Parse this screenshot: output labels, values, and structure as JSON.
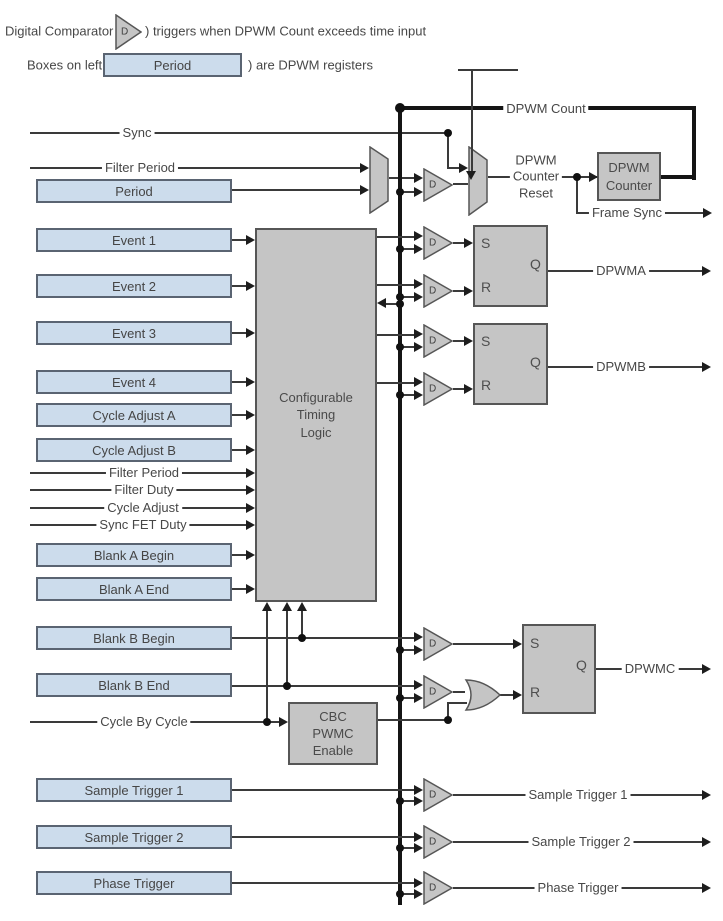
{
  "annotations": {
    "line1_prefix": "Digital Comparator (",
    "line1_suffix": ") triggers when DPWM Count exceeds time input",
    "line2_prefix": "Boxes on left (",
    "line2_suffix": ") are DPWM registers",
    "sample_register": "Period",
    "comparator_letter": "D"
  },
  "registers": {
    "period": "Period",
    "event1": "Event 1",
    "event2": "Event 2",
    "event3": "Event 3",
    "event4": "Event 4",
    "cycle_adjust_a": "Cycle Adjust A",
    "cycle_adjust_b": "Cycle Adjust B",
    "blank_a_begin": "Blank A Begin",
    "blank_a_end": "Blank A End",
    "blank_b_begin": "Blank B Begin",
    "blank_b_end": "Blank B End",
    "sample_trigger_1": "Sample Trigger 1",
    "sample_trigger_2": "Sample Trigger 2",
    "phase_trigger": "Phase Trigger"
  },
  "signals": {
    "sync": "Sync",
    "filter_period": "Filter Period",
    "filter_duty": "Filter Duty",
    "cycle_adjust": "Cycle Adjust",
    "sync_fet_duty": "Sync FET Duty",
    "cycle_by_cycle": "Cycle By Cycle"
  },
  "blocks": {
    "ctl": {
      "line1": "Configurable",
      "line2": "Timing",
      "line3": "Logic"
    },
    "dpwm_counter": {
      "line1": "DPWM",
      "line2": "Counter"
    },
    "cbc": {
      "line1": "CBC",
      "line2": "PWMC",
      "line3": "Enable"
    }
  },
  "counter_reset": {
    "line1": "DPWM",
    "line2": "Counter",
    "line3": "Reset"
  },
  "outputs": {
    "dpwm_count": "DPWM Count",
    "frame_sync": "Frame Sync",
    "dpwma": "DPWMA",
    "dpwmb": "DPWMB",
    "dpwmc": "DPWMC",
    "sample_trigger_1": "Sample Trigger 1",
    "sample_trigger_2": "Sample Trigger 2",
    "phase_trigger": "Phase Trigger"
  },
  "latch": {
    "s": "S",
    "r": "R",
    "q": "Q"
  },
  "colors": {
    "register_fill": "#ccdcec",
    "block_fill": "#c5c5c5",
    "wire": "#3a3a3a",
    "thick_wire": "#151515"
  }
}
